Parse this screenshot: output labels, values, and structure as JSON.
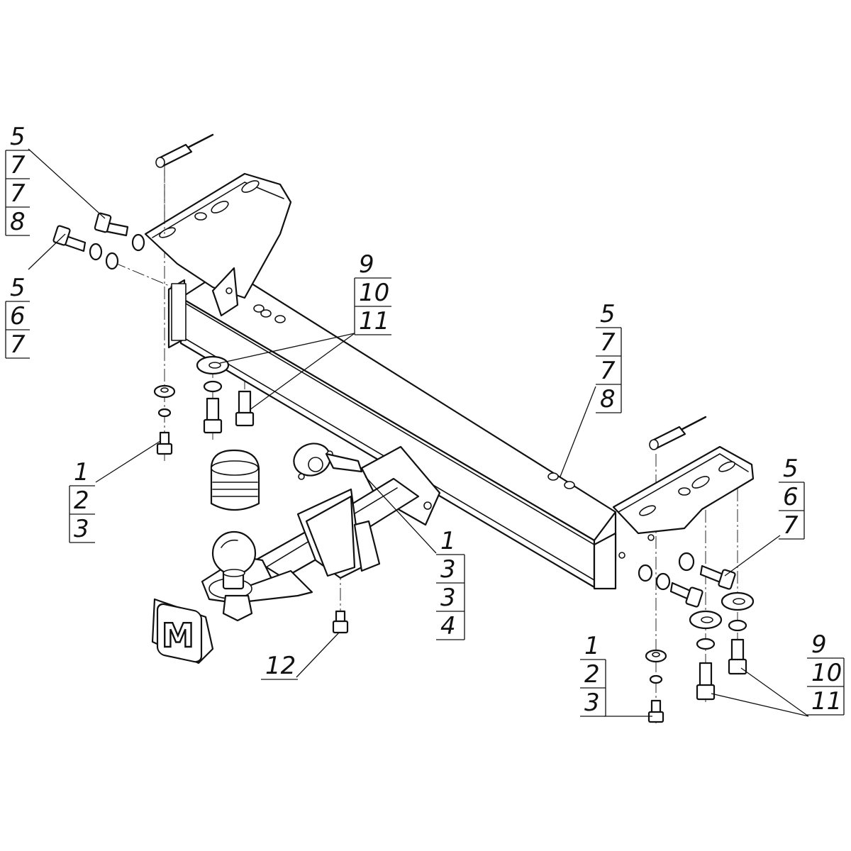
{
  "diagram": {
    "callouts": [
      {
        "id": "top-left-bolt",
        "numbers": [
          "5",
          "7",
          "7",
          "8"
        ]
      },
      {
        "id": "left-side-bolt",
        "numbers": [
          "5",
          "6",
          "7"
        ]
      },
      {
        "id": "left-lower-bolt",
        "numbers": [
          "1",
          "2",
          "3"
        ]
      },
      {
        "id": "center-top-bolts",
        "numbers": [
          "9",
          "10",
          "11"
        ]
      },
      {
        "id": "center-right-bolts",
        "numbers": [
          "5",
          "7",
          "7",
          "8"
        ]
      },
      {
        "id": "drawbar",
        "numbers": [
          "1",
          "3",
          "3",
          "4"
        ]
      },
      {
        "id": "right-side-bolt",
        "numbers": [
          "5",
          "6",
          "7"
        ]
      },
      {
        "id": "drain-bolt",
        "numbers": [
          "12"
        ]
      },
      {
        "id": "right-lower-bolt",
        "numbers": [
          "1",
          "2",
          "3"
        ]
      },
      {
        "id": "right-bottom-bolts",
        "numbers": [
          "9",
          "10",
          "11"
        ]
      }
    ],
    "logo_letter": "M"
  }
}
